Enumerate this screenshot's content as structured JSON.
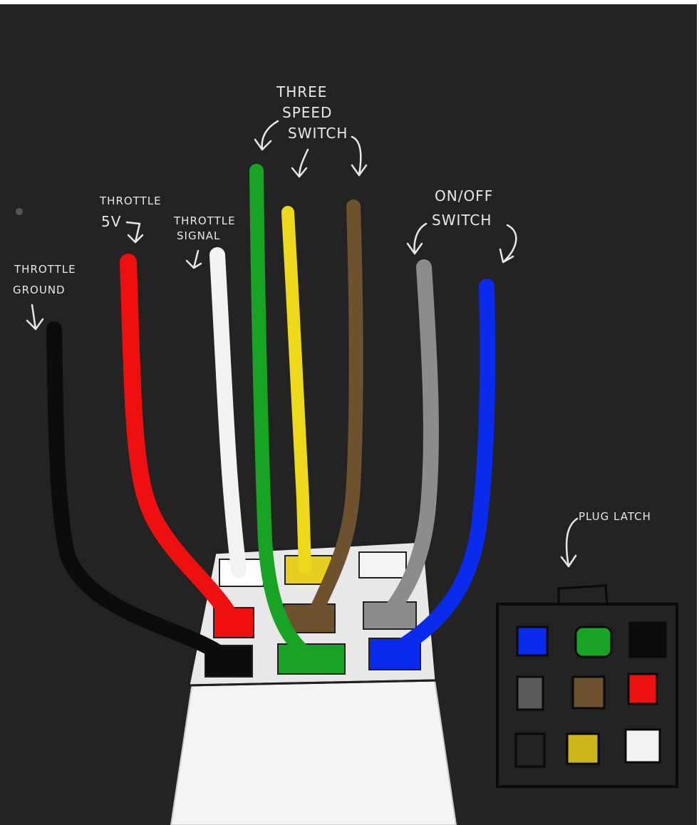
{
  "labels": {
    "three_speed_switch": [
      "THREE",
      "SPEED",
      "SWITCH"
    ],
    "throttle_5v": [
      "THROTTLE",
      "5V"
    ],
    "throttle_signal": [
      "THROTTLE",
      "SIGNAL"
    ],
    "throttle_ground": [
      "THROTTLE",
      "GROUND"
    ],
    "on_off_switch": [
      "ON/OFF",
      "SWITCH"
    ],
    "plug_latch": "PLUG LATCH"
  },
  "colors": {
    "background": "#232323",
    "black_wire": "#0c0c0c",
    "red_wire": "#ee1010",
    "white_wire": "#f2f2f2",
    "green_wire": "#18a324",
    "yellow_wire": "#eed81c",
    "brown_wire": "#6e5230",
    "gray_wire": "#8c8c8c",
    "blue_wire": "#0a2bee"
  },
  "plug_face_pins": [
    [
      "blue",
      "green",
      "black"
    ],
    [
      "gray",
      "brown",
      "red"
    ],
    [
      "empty",
      "yellow",
      "white"
    ]
  ]
}
